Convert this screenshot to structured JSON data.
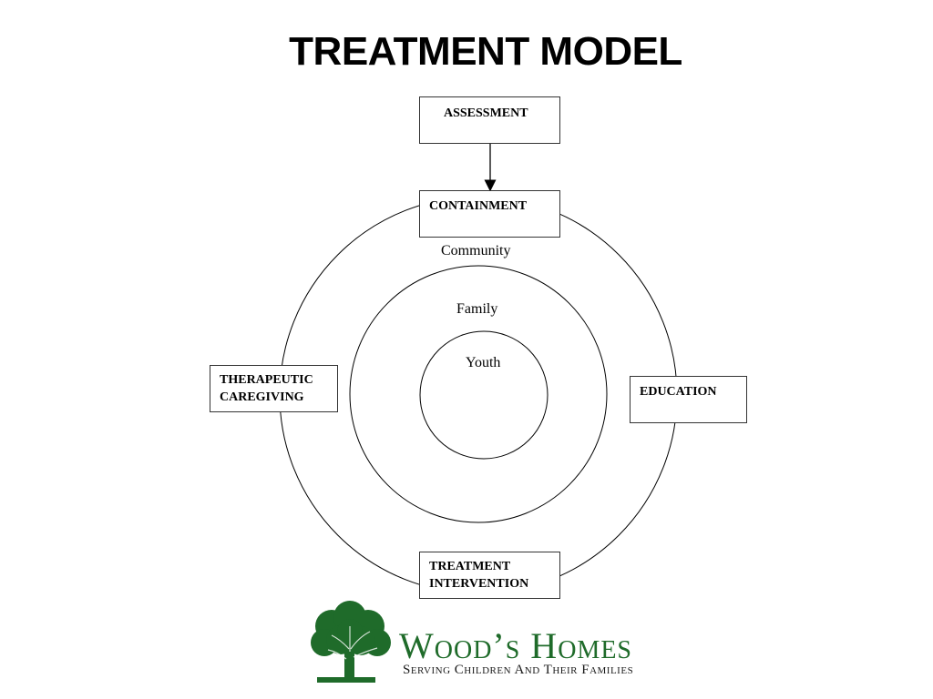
{
  "title": "TREATMENT MODEL",
  "boxes": {
    "assessment": "ASSESSMENT",
    "containment": "CONTAINMENT",
    "therapeutic_line1": "THERAPEUTIC",
    "therapeutic_line2": "CAREGIVING",
    "education": "EDUCATION",
    "treatment_line1": "TREATMENT",
    "treatment_line2": "INTERVENTION"
  },
  "rings": {
    "outer": "Community",
    "middle": "Family",
    "inner": "Youth"
  },
  "logo": {
    "name": "Wood’s Homes",
    "tagline": "Serving Children And Their Families",
    "brand_color": "#1f6b2a"
  }
}
